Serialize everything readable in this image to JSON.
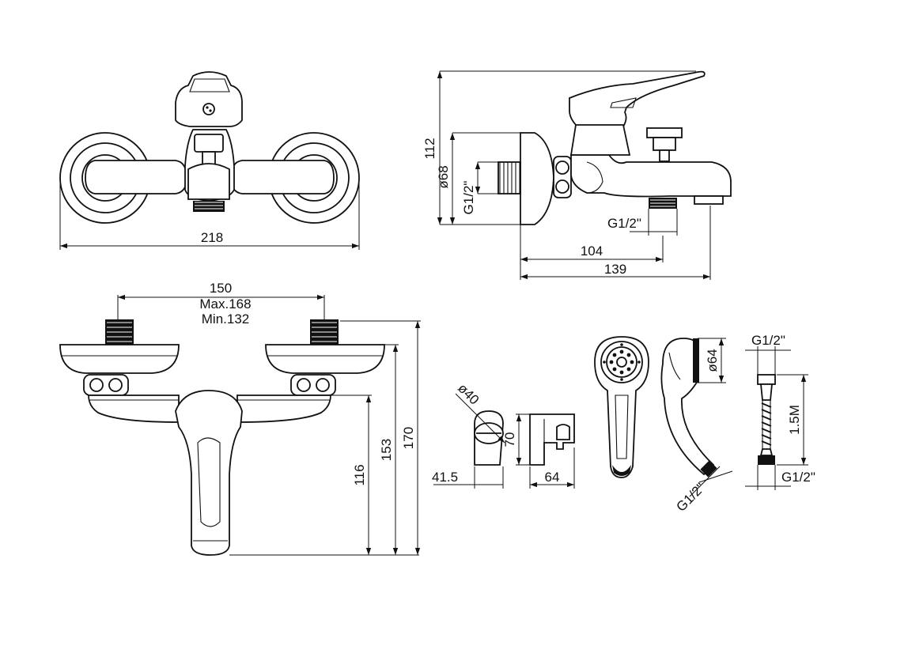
{
  "dimensions": {
    "front_width": "218",
    "side_height": "112",
    "side_body_diameter": "ø68",
    "side_inlet_thread": "G1/2\"",
    "side_outlet_thread": "G1/2\"",
    "side_length_outlet": "104",
    "side_length_total": "139",
    "centers": "150",
    "centers_max": "Max.168",
    "centers_min": "Min.132",
    "height_outlet": "116",
    "height_body": "153",
    "height_total": "170",
    "holder_diameter": "ø40",
    "holder_height": "70",
    "holder_offset": "41.5",
    "holder_width": "64",
    "handshower_diameter": "ø64",
    "handshower_thread": "G1/2\"",
    "hose_top_thread": "G1/2\"",
    "hose_length": "1.5M",
    "hose_bottom_thread": "G1/2\""
  }
}
